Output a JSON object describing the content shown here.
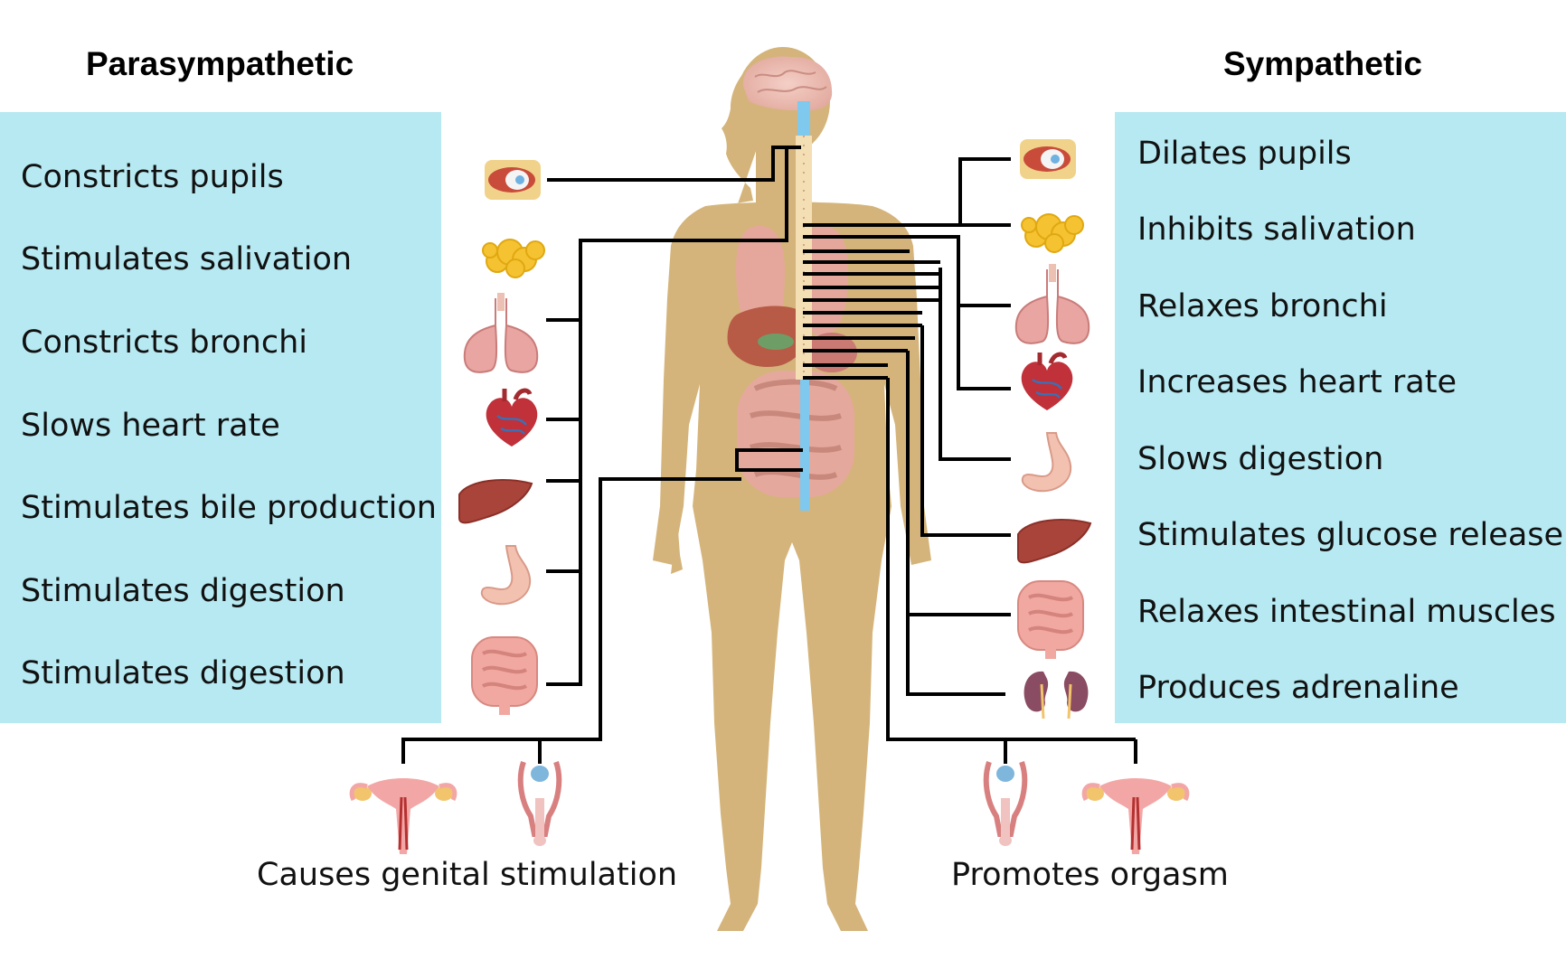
{
  "headings": {
    "parasympathetic": "Parasympathetic",
    "sympathetic": "Sympathetic"
  },
  "parasympathetic": {
    "effects": [
      {
        "text": "Constricts pupils",
        "organ": "eye-icon"
      },
      {
        "text": "Stimulates salivation",
        "organ": "salivary-gland-icon"
      },
      {
        "text": "Constricts bronchi",
        "organ": "lungs-icon"
      },
      {
        "text": "Slows heart rate",
        "organ": "heart-icon"
      },
      {
        "text": "Stimulates bile production",
        "organ": "liver-icon"
      },
      {
        "text": "Stimulates digestion",
        "organ": "stomach-icon"
      },
      {
        "text": "Stimulates digestion",
        "organ": "intestines-icon"
      }
    ],
    "genital_caption": "Causes genital stimulation"
  },
  "sympathetic": {
    "effects": [
      {
        "text": "Dilates pupils",
        "organ": "eye-icon"
      },
      {
        "text": "Inhibits salivation",
        "organ": "salivary-gland-icon"
      },
      {
        "text": "Relaxes bronchi",
        "organ": "lungs-icon"
      },
      {
        "text": "Increases heart rate",
        "organ": "heart-icon"
      },
      {
        "text": "Slows digestion",
        "organ": "stomach-icon"
      },
      {
        "text": "Stimulates glucose release",
        "organ": "liver-icon"
      },
      {
        "text": "Relaxes intestinal muscles",
        "organ": "intestines-icon"
      },
      {
        "text": "Produces adrenaline",
        "organ": "kidneys-icon"
      }
    ],
    "genital_caption": "Promotes orgasm"
  },
  "colors": {
    "panel": "#b6e9f2",
    "body": "#d4b47a",
    "connector": "#000000",
    "spine": "#f3dfb3",
    "nerve": "#7fc8ee"
  }
}
